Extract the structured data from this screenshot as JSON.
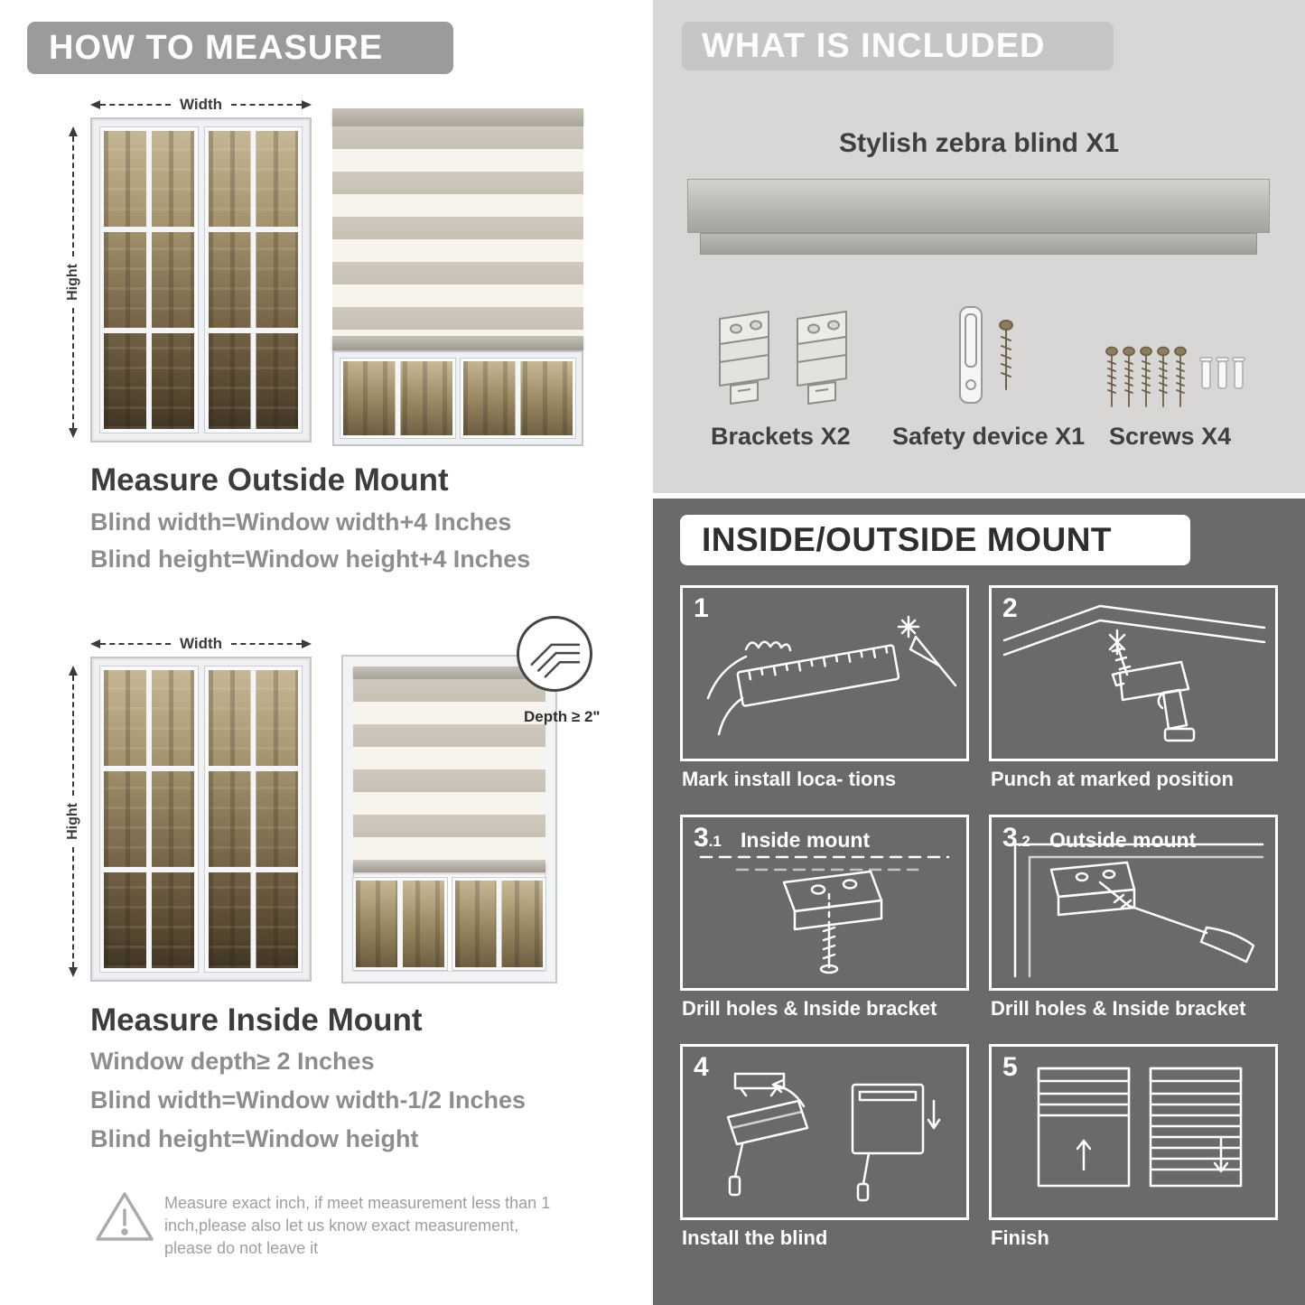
{
  "palette": {
    "badge_gray": "#9b9b9b",
    "light_panel": "#d8d7d5",
    "dark_panel": "#6a6a6a",
    "heading_dark": "#3c3c3c",
    "body_gray": "#8d8d8d"
  },
  "how_to_measure": {
    "header": "HOW TO MEASURE",
    "outside": {
      "width_label": "Width",
      "height_label": "Hight",
      "title": "Measure Outside Mount",
      "lines": [
        "Blind width=Window width+4 Inches",
        "Blind height=Window height+4 Inches"
      ]
    },
    "inside": {
      "width_label": "Width",
      "height_label": "Hight",
      "depth_label": "Depth ≥ 2\"",
      "title": "Measure Inside Mount",
      "lines": [
        "Window depth≥ 2 Inches",
        "Blind width=Window width-1/2 Inches",
        "Blind height=Window height"
      ]
    },
    "warning_text": "Measure exact inch, if meet measurement less than 1 inch,please also let us know exact measurement, please do not leave it"
  },
  "included": {
    "header": "WHAT IS INCLUDED",
    "product_label": "Stylish zebra blind X1",
    "items": [
      {
        "label": "Brackets X2"
      },
      {
        "label": "Safety device X1"
      },
      {
        "label": "Screws X4"
      }
    ]
  },
  "mount_guide": {
    "header": "INSIDE/OUTSIDE MOUNT",
    "steps": [
      {
        "num": "1",
        "sub": "",
        "title": "",
        "caption": "Mark install loca- tions"
      },
      {
        "num": "2",
        "sub": "",
        "title": "",
        "caption": "Punch at  marked position"
      },
      {
        "num": "3",
        "sub": ".1",
        "title": "Inside mount",
        "caption": "Drill holes &  Inside bracket"
      },
      {
        "num": "3",
        "sub": ".2",
        "title": "Outside mount",
        "caption": "Drill holes &  Inside bracket"
      },
      {
        "num": "4",
        "sub": "",
        "title": "",
        "caption": "Install the blind"
      },
      {
        "num": "5",
        "sub": "",
        "title": "",
        "caption": "Finish"
      }
    ]
  }
}
